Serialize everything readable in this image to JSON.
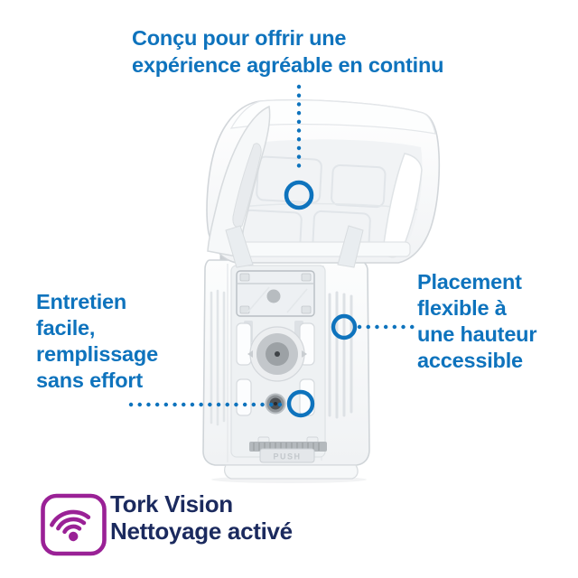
{
  "annotations": {
    "top": {
      "lines": [
        "Conçu pour offrir une",
        "expérience agréable en continu"
      ]
    },
    "left": {
      "lines": [
        "Entretien",
        "facile,",
        "remplissage",
        "sans effort"
      ]
    },
    "right": {
      "lines": [
        "Placement",
        "flexible à",
        "une hauteur",
        "accessible"
      ]
    }
  },
  "footer": {
    "icon": "wifi-icon",
    "lines": [
      "Tork Vision",
      "Nettoyage activé"
    ]
  },
  "product": {
    "embossed_label": "PUSH"
  },
  "colors": {
    "annotation_blue": "#0e73bd",
    "brand_navy": "#1b2a5e",
    "brand_purple": "#9a2196",
    "background": "#ffffff"
  }
}
